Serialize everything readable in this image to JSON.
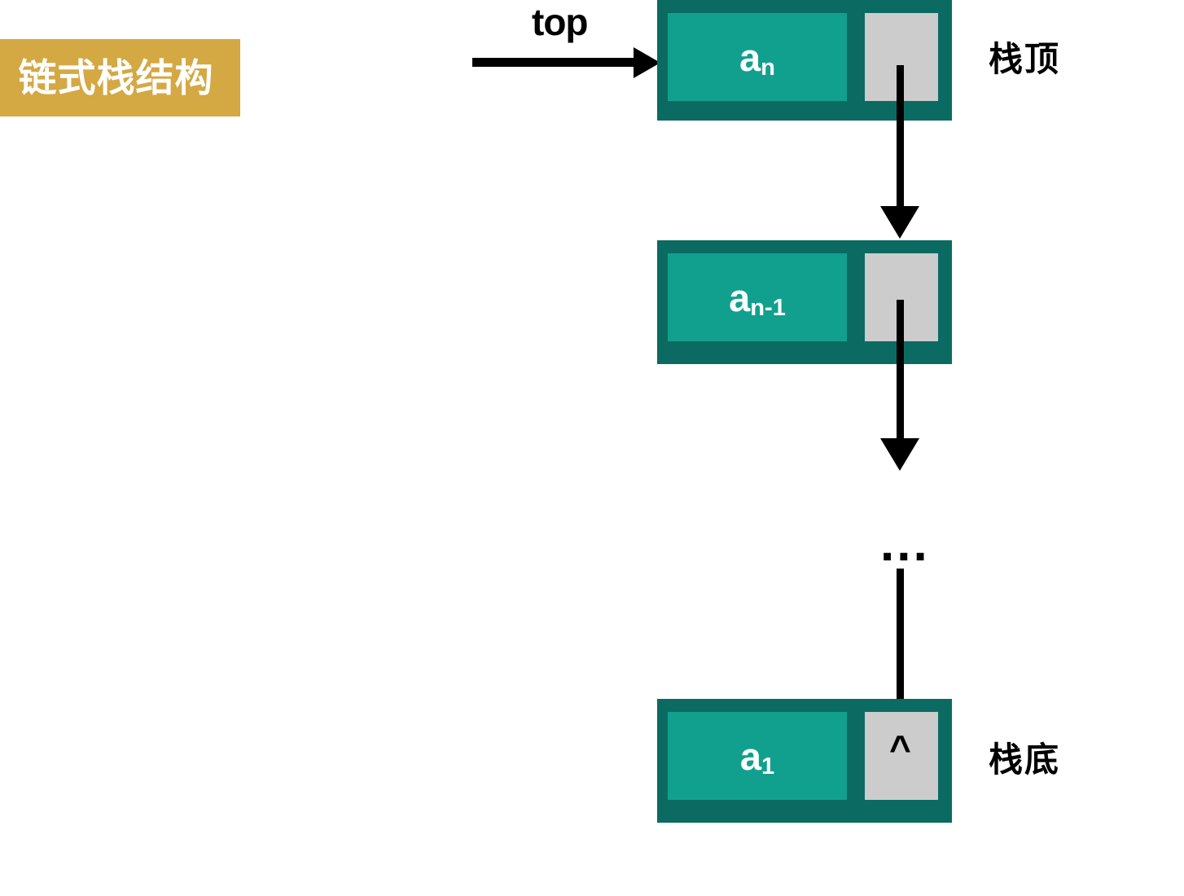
{
  "title": {
    "text": "链式栈结构",
    "background_color": "#D4A843",
    "text_color": "#FFFFFF"
  },
  "colors": {
    "node_border": "#0B6B62",
    "node_data_fill": "#11A08D",
    "node_pointer_fill": "#CCCCCC",
    "arrow": "#000000",
    "data_text": "#FFFFFF",
    "page_background": "#FFFFFF"
  },
  "pointer_label": {
    "text": "top"
  },
  "nodes": [
    {
      "id": "node-top",
      "data_base": "a",
      "data_subscript": "n",
      "pointer_value": "",
      "side_label": "栈顶"
    },
    {
      "id": "node-middle",
      "data_base": "a",
      "data_subscript": "n-1",
      "pointer_value": "",
      "side_label": ""
    },
    {
      "id": "node-bottom",
      "data_base": "a",
      "data_subscript": "1",
      "pointer_value": "^",
      "side_label": "栈底"
    }
  ],
  "ellipsis": {
    "text": "..."
  }
}
